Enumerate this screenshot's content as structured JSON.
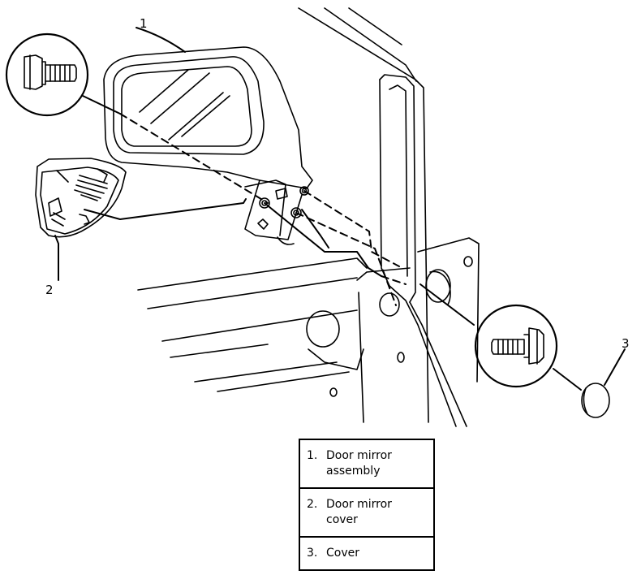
{
  "callouts": [
    "1",
    "2",
    "3"
  ],
  "legend": [
    {
      "num": "1.",
      "text": "Door mirror assembly"
    },
    {
      "num": "2.",
      "text": "Door mirror cover"
    },
    {
      "num": "3.",
      "text": "Cover"
    }
  ],
  "colors": {
    "line": "#000000",
    "background": "#ffffff"
  }
}
